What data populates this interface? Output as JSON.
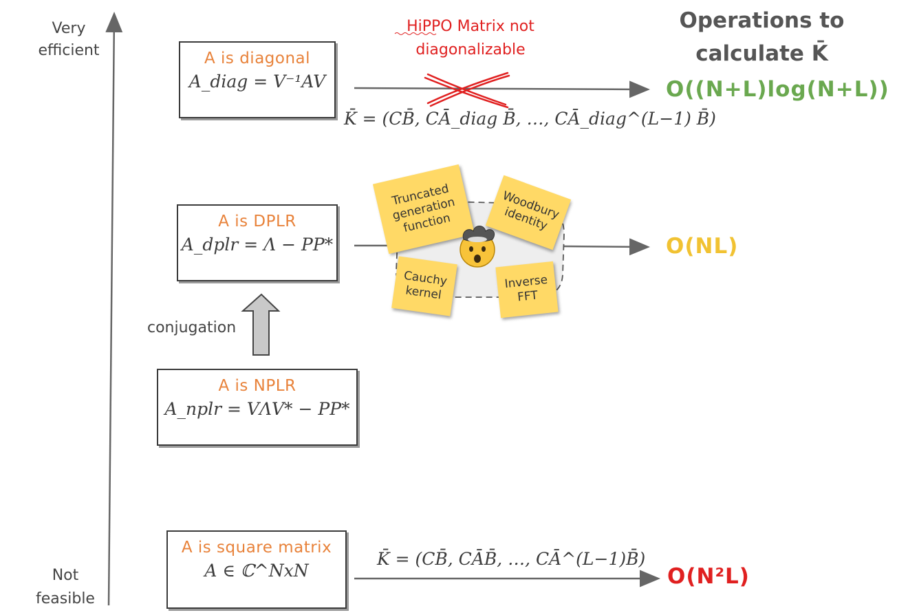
{
  "axis": {
    "top_label": [
      "Very",
      "efficient"
    ],
    "bottom_label": [
      "Not",
      "feasible"
    ]
  },
  "header": {
    "ops_title_line1": "Operations to",
    "ops_title_line2": "calculate K̄"
  },
  "hippo_note": {
    "line1": "HiPPO Matrix not",
    "line2": "diagonalizable"
  },
  "boxes": {
    "diagonal": {
      "title": "A is diagonal",
      "formula": "A_diag = V⁻¹AV"
    },
    "dplr": {
      "title": "A is DPLR",
      "formula": "A_dplr = Λ − PP*"
    },
    "nplr": {
      "title": "A is NPLR",
      "formula": "A_nplr = VΛV* − PP*"
    },
    "square": {
      "title": "A is square matrix",
      "formula": "A ∈ ℂ^NxN"
    }
  },
  "kernels": {
    "diagonal": "K̄ = (CB̄, CĀ_diag B̄, …, CĀ_diag^(L−1) B̄)",
    "square": "K̄ = (CB̄, CĀB̄, …, CĀ^(L−1)B̄)"
  },
  "conjugation_label": "conjugation",
  "sticky_notes": {
    "truncated": "Truncated generation function",
    "woodbury": "Woodbury identity",
    "cauchy": "Cauchy kernel",
    "inverse_fft": "Inverse FFT"
  },
  "emoji_icon": "exploding-head-icon",
  "complexities": {
    "diagonal": {
      "text": "O((N+L)log(N+L))",
      "color": "#6aa84f"
    },
    "dplr": {
      "text": "O(NL)",
      "color": "#f1c232"
    },
    "square": {
      "text": "O(N²L)",
      "color": "#e02020"
    }
  },
  "colors": {
    "box_title": "#e8823a",
    "hippo_red": "#e02020",
    "sticky": "#ffd966"
  }
}
